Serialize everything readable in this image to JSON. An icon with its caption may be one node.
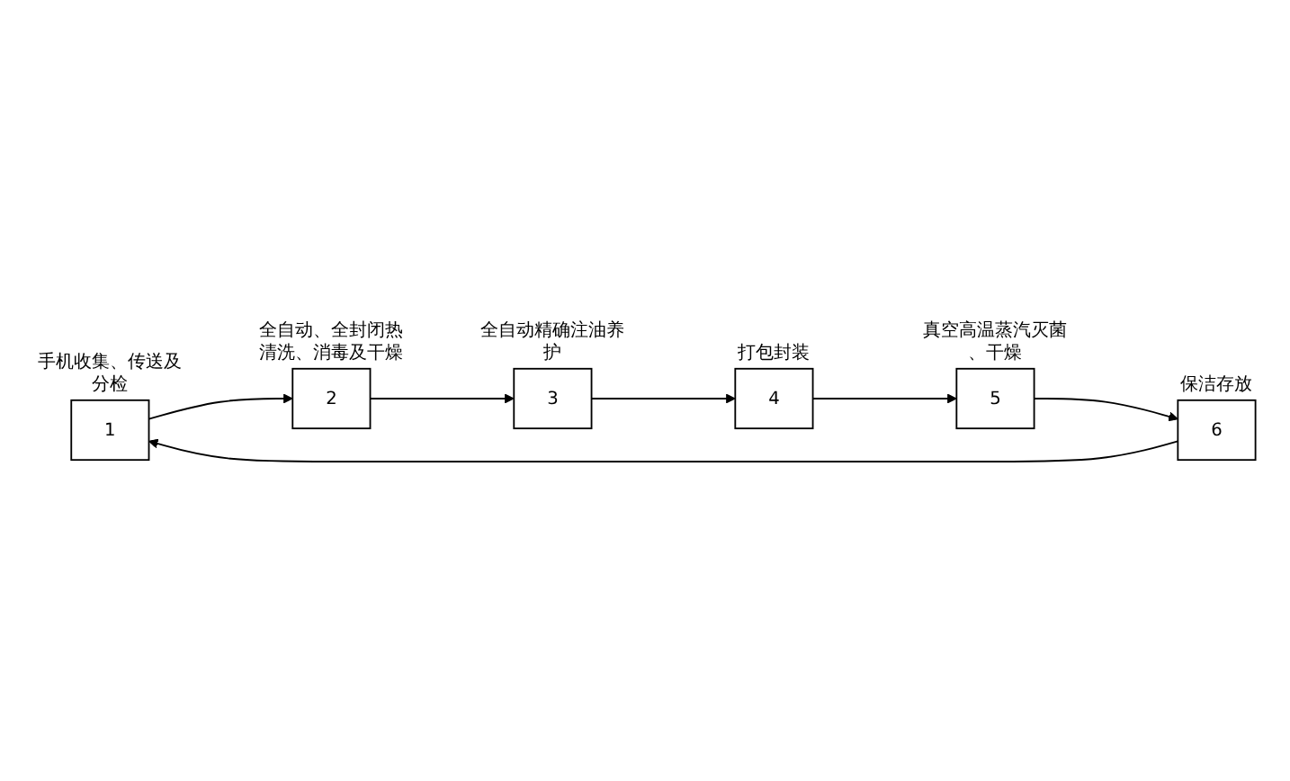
{
  "diagram": {
    "nodes": [
      {
        "text": [
          "1"
        ],
        "beside": [
          "手机收集、传送及分检"
        ]
      },
      {
        "text": [
          "2"
        ],
        "beside": [
          "全自动、全封闭热清洗、消毒及干燥"
        ]
      },
      {
        "text": [
          "3"
        ],
        "beside": [
          "全自动精确注油养护"
        ]
      },
      {
        "text": [
          "4"
        ],
        "beside": [
          "打包封装"
        ]
      },
      {
        "text": [
          "5"
        ],
        "beside": [
          "真空高温蒸汽灭菌、干燥"
        ]
      },
      {
        "text": [
          "6"
        ],
        "beside": [
          "保洁存放"
        ]
      }
    ],
    "edges": [
      {
        "from": 0,
        "to": 1,
        "arrow": "to"
      },
      {
        "from": 1,
        "to": 2,
        "arrow": "to"
      },
      {
        "from": 2,
        "to": 3,
        "arrow": "to"
      },
      {
        "from": 3,
        "to": 4,
        "arrow": "to"
      },
      {
        "from": 4,
        "to": 5,
        "arrow": "to"
      },
      {
        "from": 5,
        "to": 0,
        "arrow": "to"
      }
    ]
  }
}
